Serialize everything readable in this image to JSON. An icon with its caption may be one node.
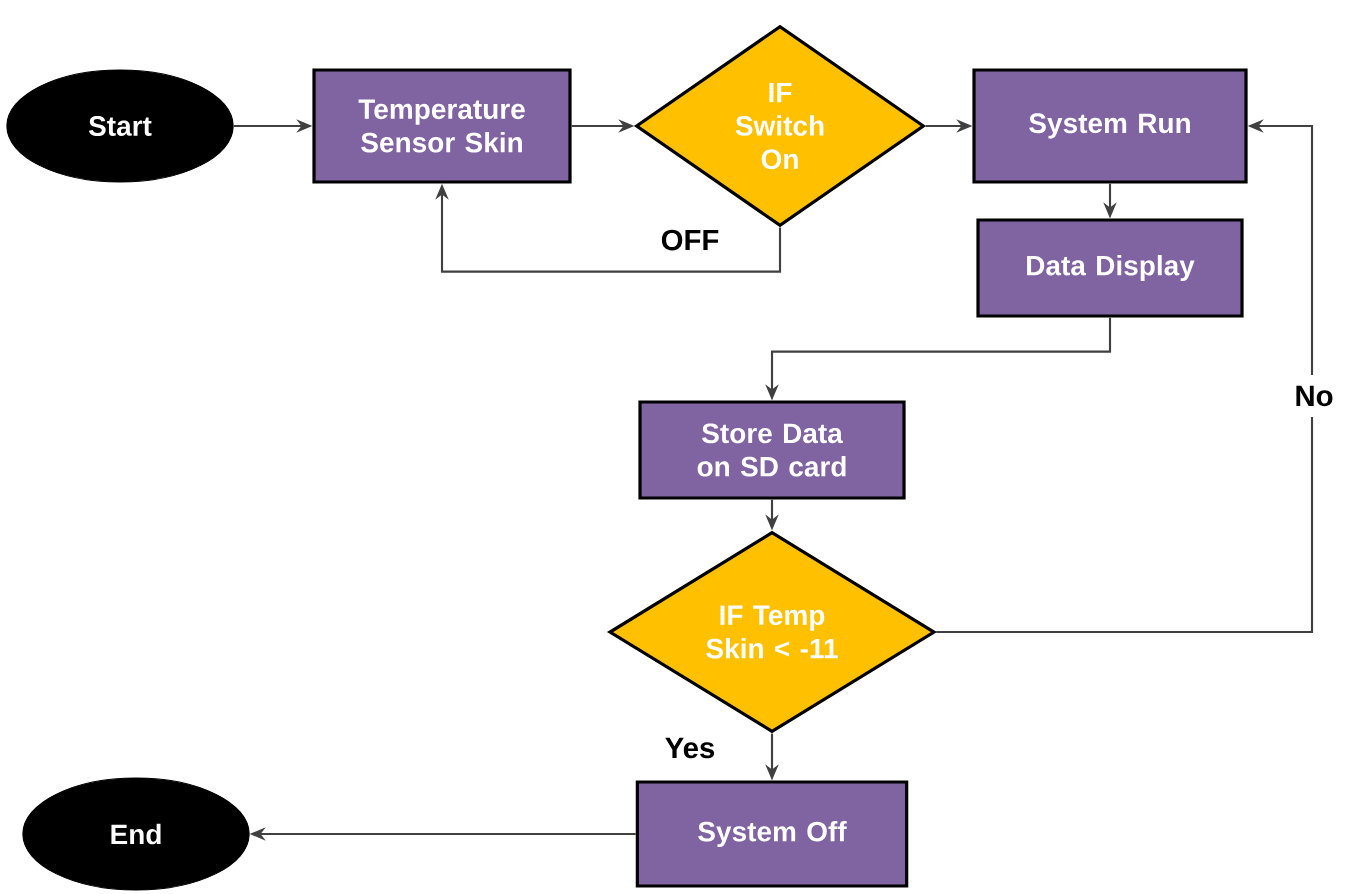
{
  "diagram": {
    "nodes": [
      {
        "text": [
          "Start"
        ]
      },
      {
        "text": [
          "Temperature Sensor Skin"
        ]
      },
      {
        "text": [
          "IF Switch On"
        ]
      },
      {
        "text": [
          "System Run"
        ]
      },
      {
        "text": [
          "Data Display"
        ]
      },
      {
        "text": [
          "Store Data on SD card"
        ]
      },
      {
        "text": [
          "IF Temp Skin < -11"
        ]
      },
      {
        "text": [
          "System Off"
        ]
      },
      {
        "text": [
          "End"
        ]
      }
    ],
    "edges": [
      {
        "from": 0,
        "to": 1,
        "arrow": "to"
      },
      {
        "from": 1,
        "to": 2,
        "arrow": "to"
      },
      {
        "from": 2,
        "to": 3,
        "arrow": "to"
      },
      {
        "from": 2,
        "to": 1,
        "arrow": "to",
        "label": "OFF"
      },
      {
        "from": 3,
        "to": 4,
        "arrow": "to"
      },
      {
        "from": 4,
        "to": 5,
        "arrow": "to"
      },
      {
        "from": 5,
        "to": 6,
        "arrow": "to"
      },
      {
        "from": 6,
        "to": 3,
        "arrow": "to",
        "label": "No"
      },
      {
        "from": 6,
        "to": 7,
        "arrow": "to",
        "label": "Yes"
      },
      {
        "from": 7,
        "to": 8,
        "arrow": "to"
      }
    ]
  }
}
